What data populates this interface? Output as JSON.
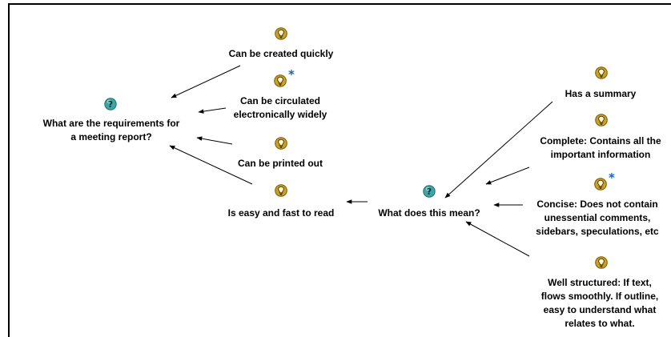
{
  "nodes": {
    "requirements_question": {
      "label_lines": [
        "What are the requirements for",
        "a meeting report?"
      ],
      "icon": "question-icon"
    },
    "created_quickly": {
      "label_lines": [
        "Can be created quickly"
      ],
      "icon": "lightbulb-icon"
    },
    "circulated_electronically": {
      "label_lines": [
        "Can be circulated",
        "electronically widely"
      ],
      "icon": "lightbulb-icon",
      "marker": "*"
    },
    "printed_out": {
      "label_lines": [
        "Can be printed out"
      ],
      "icon": "lightbulb-icon"
    },
    "easy_fast_read": {
      "label_lines": [
        "Is easy and fast to read"
      ],
      "icon": "lightbulb-icon"
    },
    "meaning_question": {
      "label_lines": [
        "What does this mean?"
      ],
      "icon": "question-icon"
    },
    "has_summary": {
      "label_lines": [
        "Has a summary"
      ],
      "icon": "lightbulb-icon"
    },
    "complete": {
      "label_lines": [
        "Complete: Contains all the",
        "important information"
      ],
      "icon": "lightbulb-icon"
    },
    "concise": {
      "label_lines": [
        "Concise: Does not contain",
        "unessential comments,",
        "sidebars, speculations, etc"
      ],
      "icon": "lightbulb-icon",
      "marker": "*"
    },
    "well_structured": {
      "label_lines": [
        "Well structured:  If text,",
        "flows smoothly.  If outline,",
        "easy to understand what",
        "relates to what."
      ],
      "icon": "lightbulb-icon"
    }
  },
  "colors": {
    "idea_icon_fill": "#c9a227",
    "idea_icon_stroke": "#7a5a00",
    "question_icon_fill": "#3fa6a6",
    "marker": "#1565c0",
    "edge": "#000000"
  }
}
